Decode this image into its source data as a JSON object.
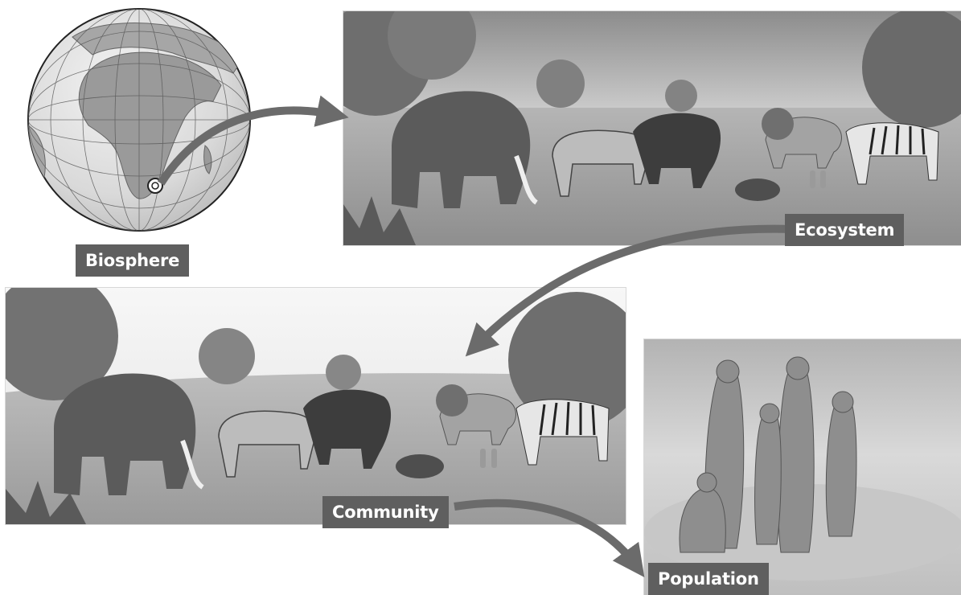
{
  "labels": {
    "biosphere": "Biosphere",
    "ecosystem": "Ecosystem",
    "community": "Community",
    "population": "Population"
  },
  "colors": {
    "label_bg": "#5f5f5f",
    "arrow": "#6b6b6b",
    "label_text": "#ffffff"
  },
  "flow": [
    "biosphere",
    "ecosystem",
    "community",
    "population"
  ]
}
